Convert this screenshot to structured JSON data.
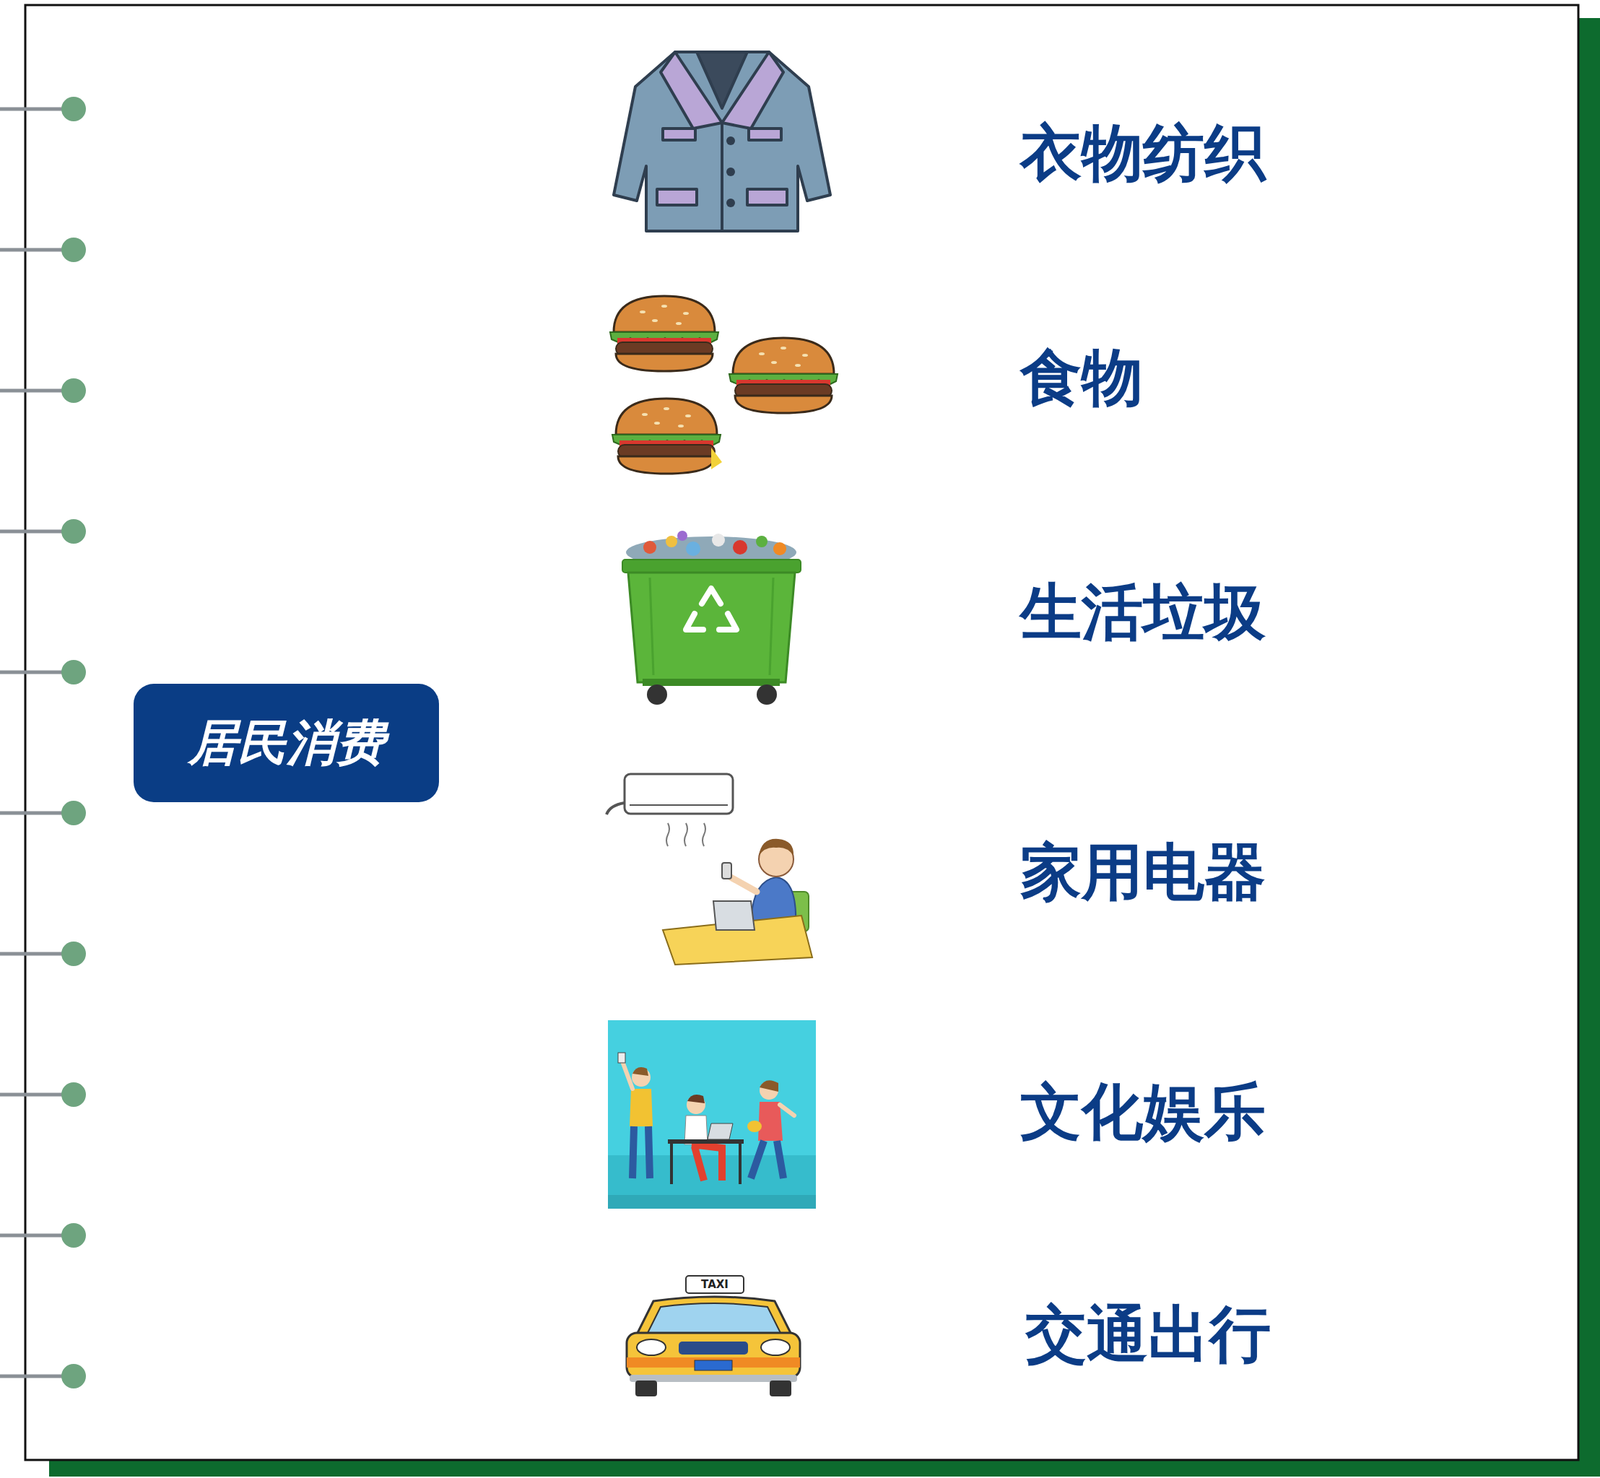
{
  "diagram": {
    "nodes": [
      {
        "text": [
          "居民消费"
        ]
      }
    ],
    "labels": [
      "衣物纺织",
      "食物",
      "生活垃圾",
      "家用电器",
      "文化娱乐",
      "交通出行",
      "TAXI"
    ]
  }
}
